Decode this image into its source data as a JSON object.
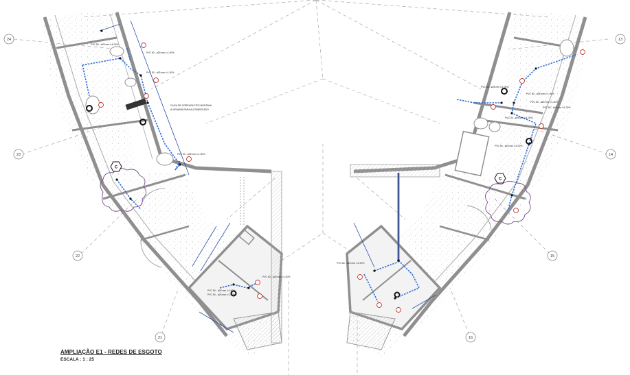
{
  "title": {
    "main": "AMPLIAÇÃO E1 - REDES DE ESGOTO",
    "scale": "ESCALA : 1 : 25"
  },
  "grid_markers": [
    "24",
    "23",
    "22",
    "21",
    "16",
    "15",
    "14",
    "13"
  ],
  "hex_markers": [
    "C",
    "C"
  ],
  "annotations": {
    "caixa_gordura_1": "CAIXA DE GORDURA TIPO MONTANA",
    "caixa_gordura_2": "ALVENARIA PARA AUTOMERCADO",
    "pipe_l1": "PVC 50 - ø25 mm i=1.00%",
    "pipe_l2": "PVC 50 - ø25 mm i=1.00%",
    "pipe_l3": "PVC 50 - ø25 mm i=1.00%",
    "pipe_l4": "PVC 50 - ø25 mm i=1.00%",
    "pipe_l5": "PVC 50 - ø25 mm i=1.00%",
    "pipe_l6": "PVC 50 - ø25 mm i=1.00%",
    "pipe_l7": "PVC 50 - ø25 mm i=1.00%",
    "pipe_r1": "PVC 50 - ø25 mm i=1.00%",
    "pipe_r2": "PVC 50 - ø25 mm i=1.00%",
    "pipe_r3": "PVC 50 - ø25 mm i=1.00%",
    "pipe_r4": "PVC 50 - ø25 mm i=1.00%",
    "pipe_r5": "PVC 50 - ø25 mm i=1.00%",
    "pipe_r6": "PVC 50 - ø25 mm i=1.00%",
    "pipe_r7": "PVC 50 - ø25 mm i=1.00%"
  },
  "colors": {
    "wall": "#9a9a9a",
    "wall_fill": "#d8d8d8",
    "pipe": "#2f6fd6",
    "dimension": "#2b4fa8",
    "vegetation": "#7a4a8a",
    "marker_red": "#c0392b",
    "hatch": "#cfcfcf",
    "grid_line": "#9b9b9b"
  }
}
